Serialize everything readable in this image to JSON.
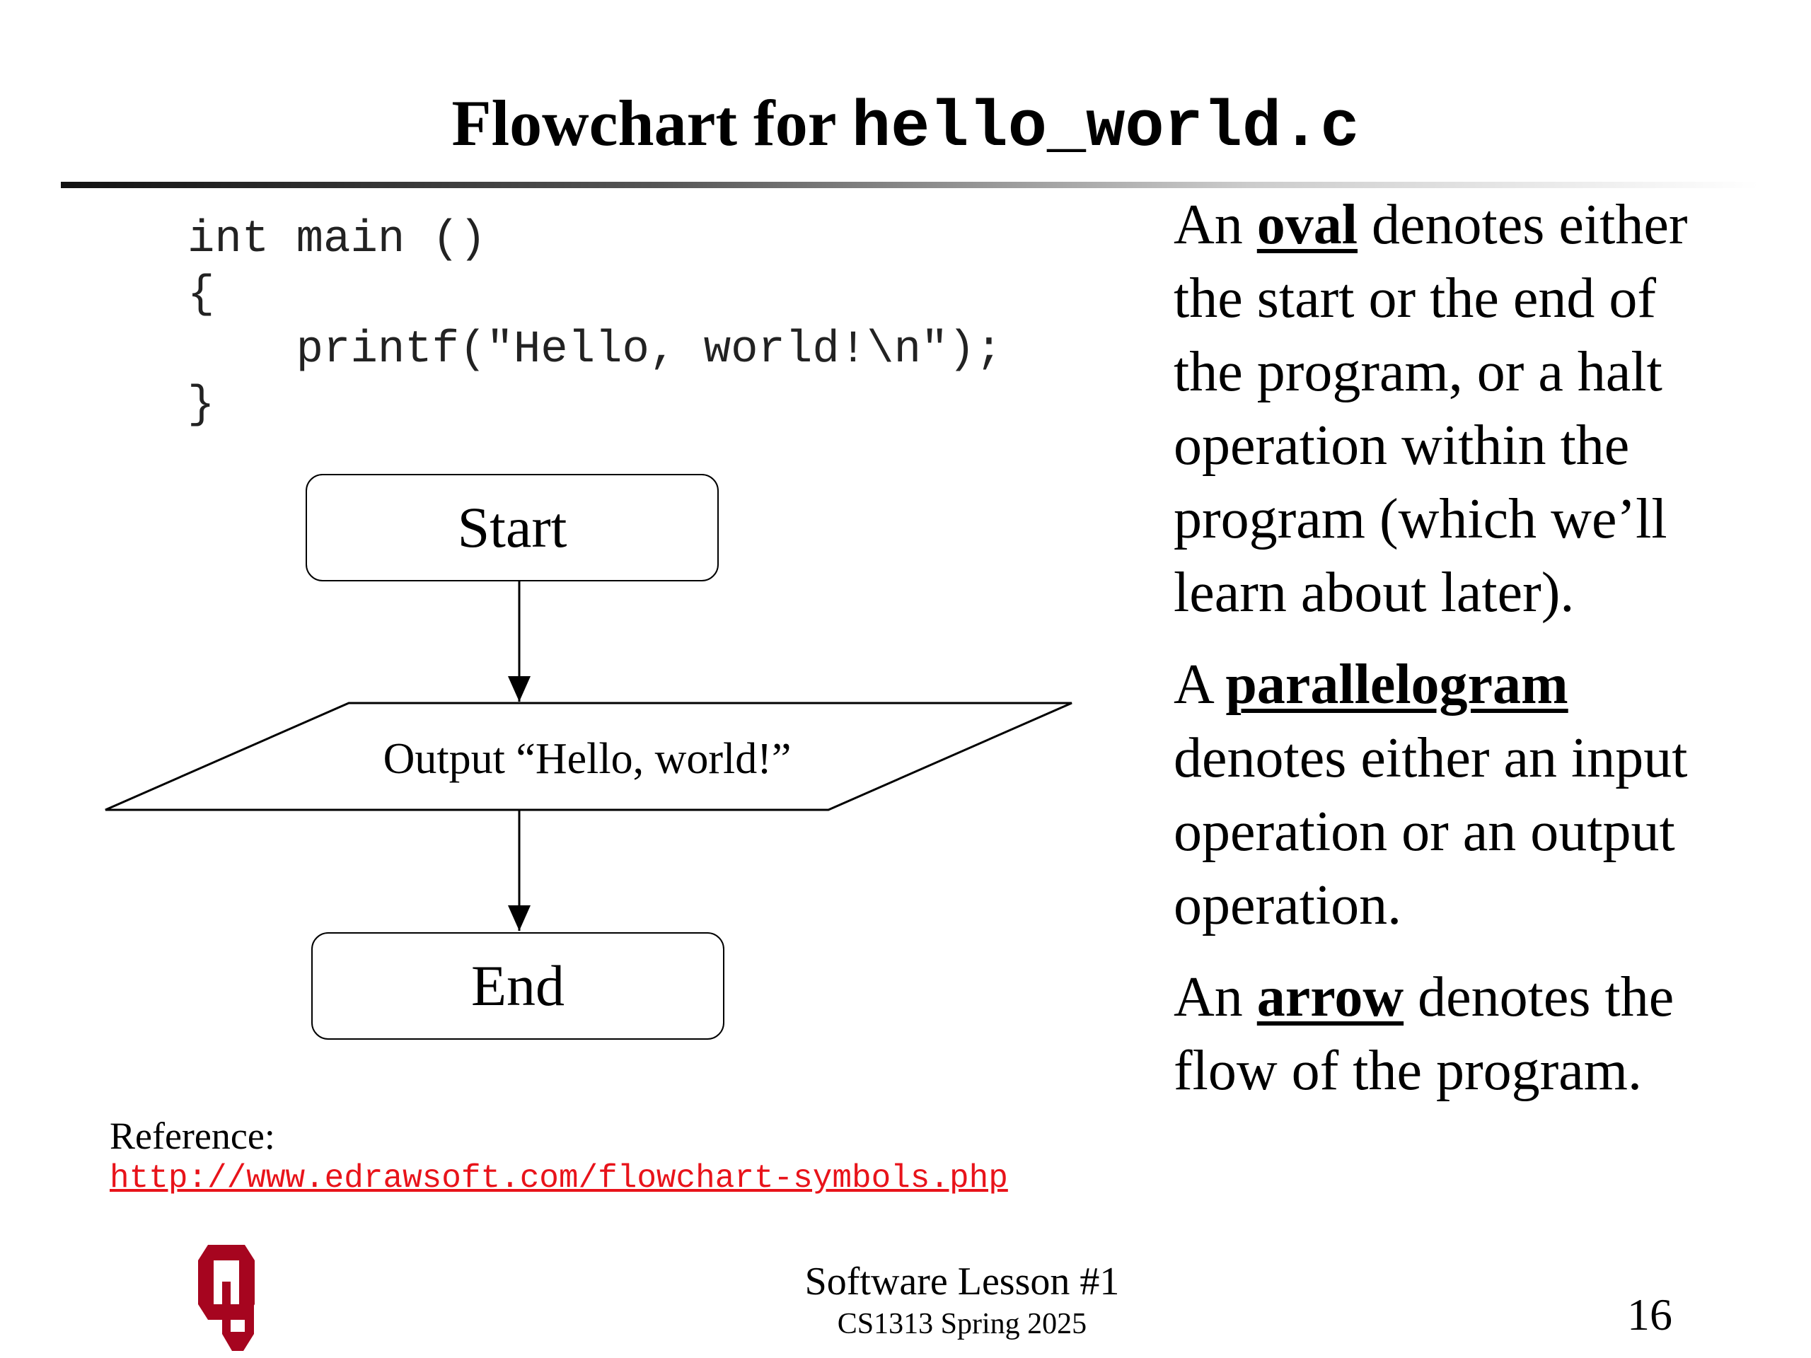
{
  "title": {
    "prefix": "Flowchart for ",
    "filename": "hello_world.c"
  },
  "code": [
    "int main ()",
    "{",
    "    printf(\"Hello, world!\\n\");",
    "}"
  ],
  "flowchart": {
    "start": "Start",
    "io": "Output “Hello, world!”",
    "end": "End"
  },
  "reference": {
    "label": "Reference:",
    "url": "http://www.edrawsoft.com/flowchart-symbols.php",
    "link_color": "#e8131a"
  },
  "explanations": [
    {
      "first": {
        "before": "An ",
        "term": "oval",
        "after": " denotes either"
      },
      "lines": [
        "the start or the end of",
        "the program, or a halt",
        "operation within the",
        "program (which we’ll",
        "learn about later)."
      ]
    },
    {
      "first": {
        "before": "A ",
        "term": "parallelogram",
        "after": ""
      },
      "lines": [
        "denotes either an input",
        "operation or an output",
        "operation."
      ]
    },
    {
      "first": {
        "before": "An ",
        "term": "arrow",
        "after": " denotes the"
      },
      "lines": [
        "flow of the program."
      ]
    }
  ],
  "footer": {
    "lesson": "Software Lesson #1",
    "course": "CS1313 Spring 2025",
    "page": "16",
    "logo": "OU",
    "logo_color": "#a6051f"
  }
}
